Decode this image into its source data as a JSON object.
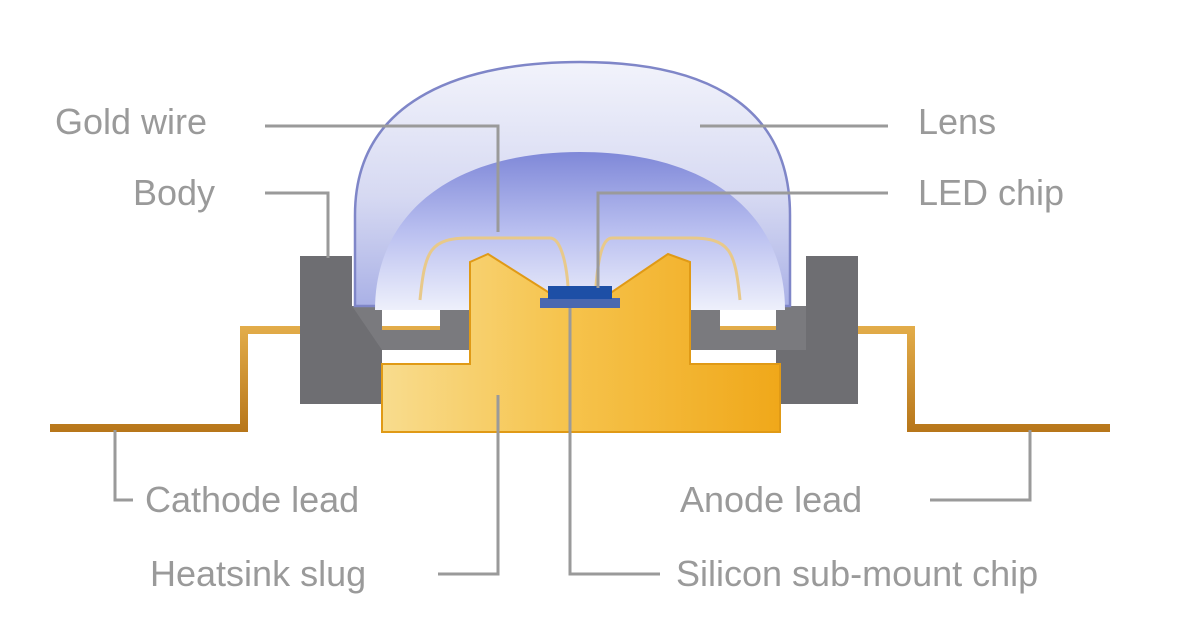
{
  "diagram": {
    "labels": {
      "gold_wire": "Gold wire",
      "body": "Body",
      "lens": "Lens",
      "led_chip": "LED chip",
      "cathode_lead": "Cathode lead",
      "heatsink_slug": "Heatsink slug",
      "anode_lead": "Anode lead",
      "silicon_submount_chip": "Silicon sub-mount chip"
    },
    "colors": {
      "label_text": "#9a9a9a",
      "body": "#6e6e72",
      "lead": "#c98a1e",
      "heatsink": "#f2b632",
      "lens": "#c9cdf0",
      "inner_dome": "#9aa2e2",
      "gold_wire": "#e8c98a",
      "led_chip": "#1d4fa6"
    }
  }
}
